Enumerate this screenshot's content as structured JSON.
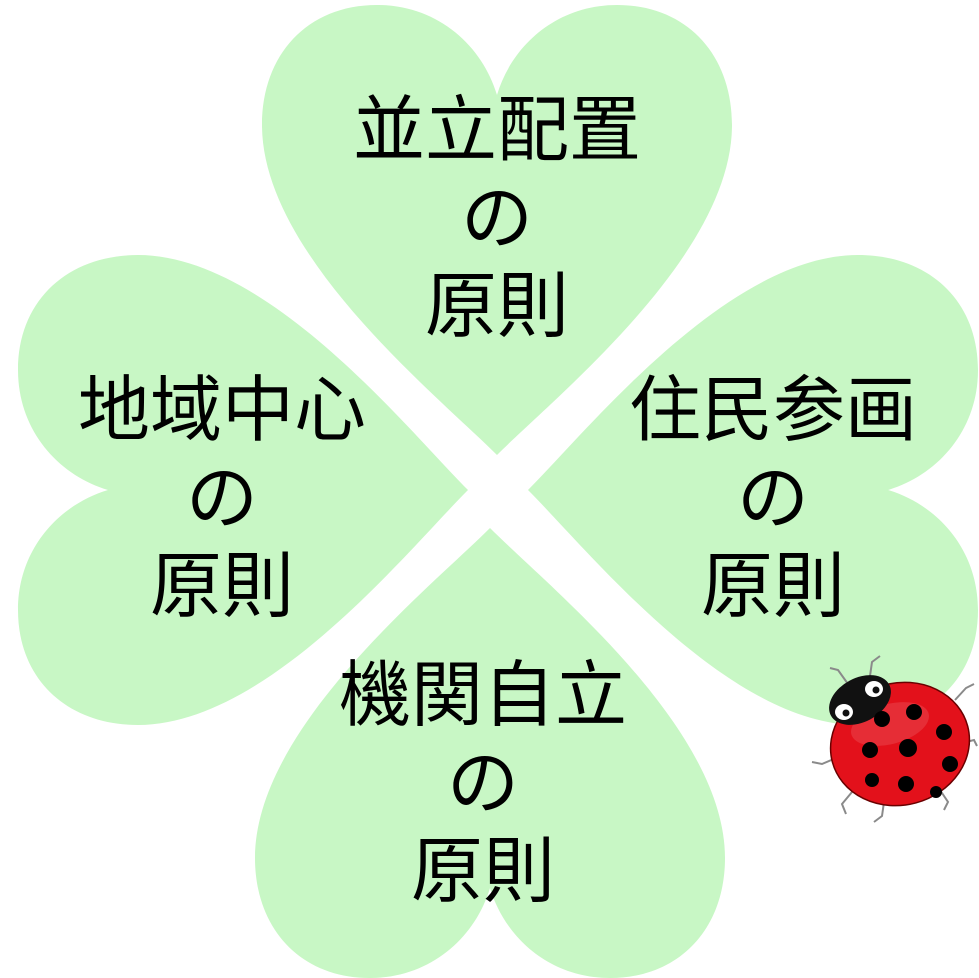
{
  "clover": {
    "top_leaf": {
      "line1": "並立配置",
      "line2": "の",
      "line3": "原則"
    },
    "left_leaf": {
      "line1": "地域中心",
      "line2": "の",
      "line3": "原則"
    },
    "right_leaf": {
      "line1": "住民参画",
      "line2": "の",
      "line3": "原則"
    },
    "bottom_leaf": {
      "line1": "機関自立",
      "line2": "の",
      "line3": "原則"
    }
  },
  "colors": {
    "leaf": "#c8f7c5",
    "text": "#000000",
    "ladybug_shell": "#e3111b",
    "ladybug_head": "#111111",
    "ladybug_spots": "#000000"
  },
  "icons": {
    "ladybug": "ladybug-icon"
  }
}
